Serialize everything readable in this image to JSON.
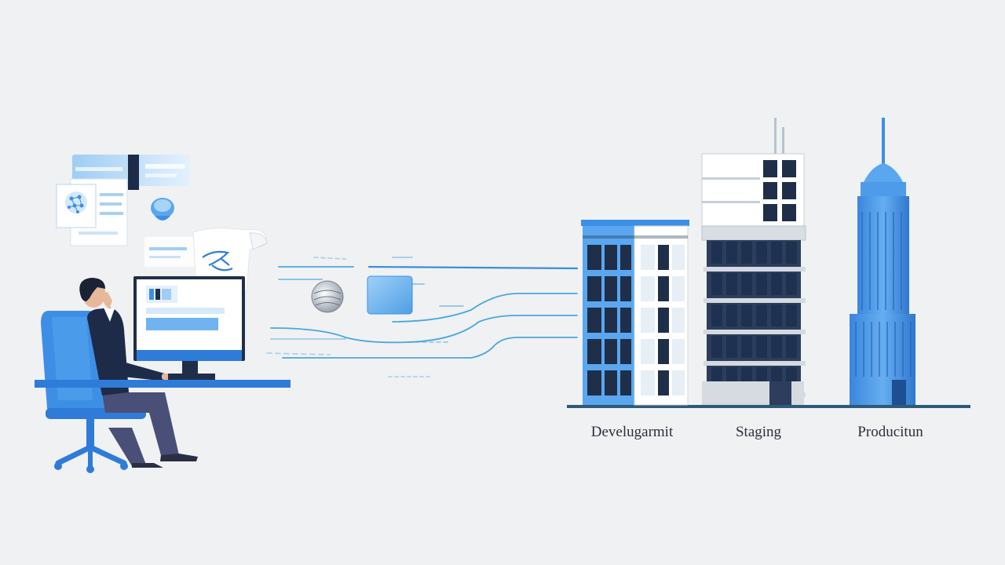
{
  "diagram": {
    "environments": [
      {
        "key": "development",
        "label": "Develugarmit"
      },
      {
        "key": "staging",
        "label": "Staging"
      },
      {
        "key": "production",
        "label": "Producitun"
      }
    ]
  },
  "colors": {
    "background": "#f0f1f3",
    "primary_blue": "#3d8fe6",
    "light_blue": "#8cc1f2",
    "navy": "#1f2f4a",
    "suit": "#1e2b48",
    "trousers": "#4a4f78",
    "ground_line": "#2c5a78",
    "connector": "#4aa6dd"
  }
}
